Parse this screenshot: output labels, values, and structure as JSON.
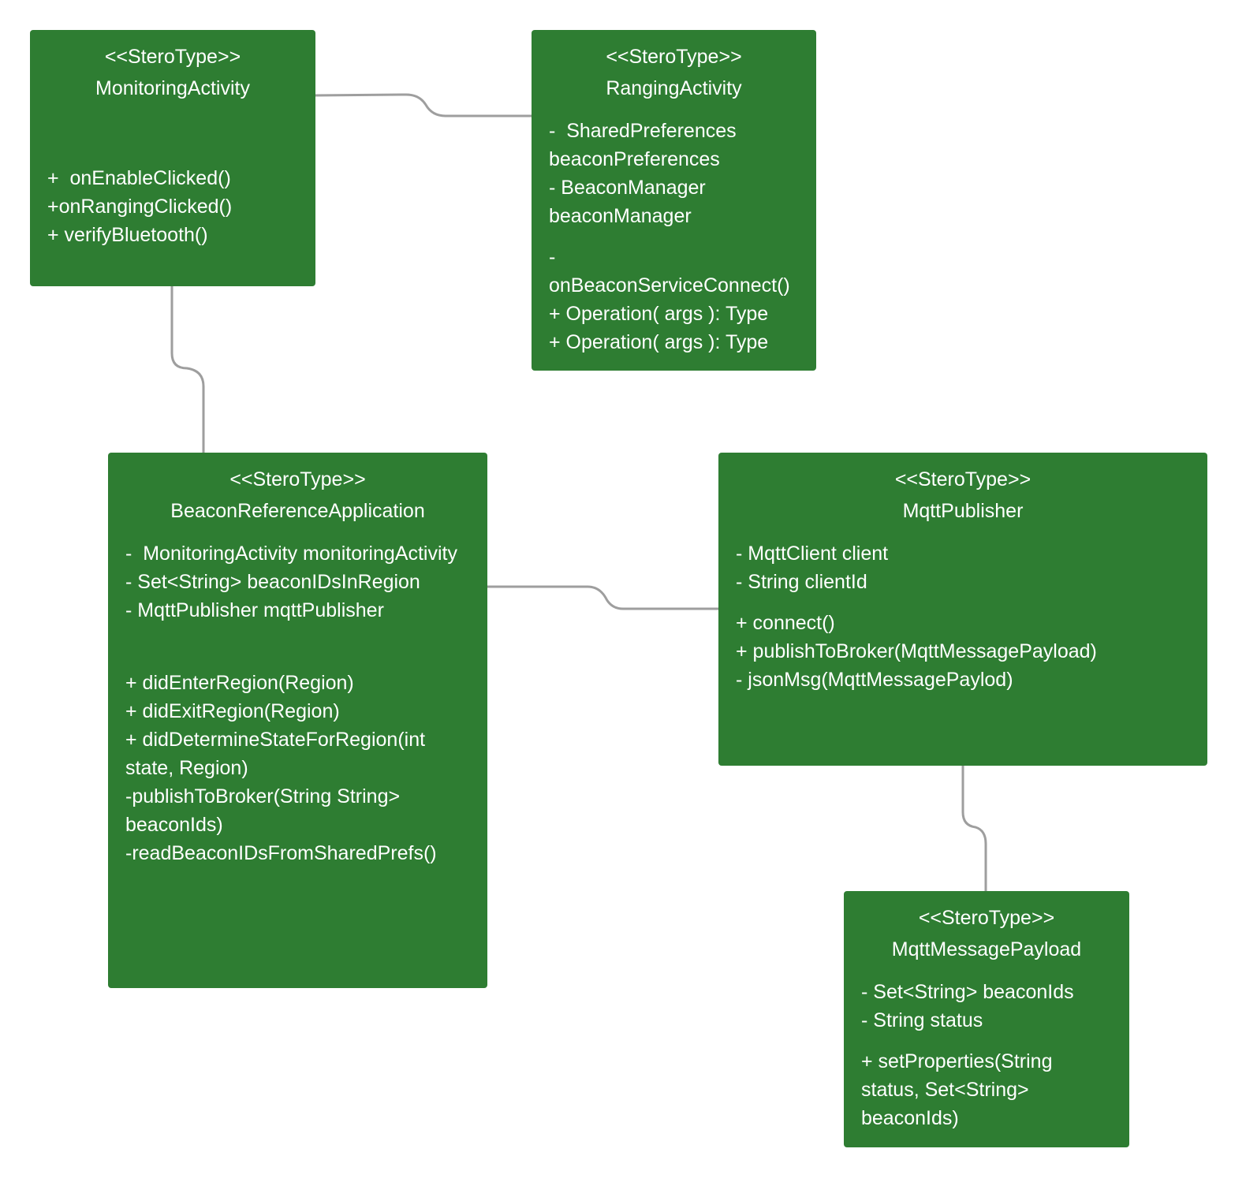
{
  "diagram": {
    "classes": [
      {
        "id": "monitoring",
        "stereotype": "<<SteroType>>",
        "name": "MonitoringActivity",
        "attributes": [],
        "operations": [
          "+  onEnableClicked()",
          "+onRangingClicked()",
          "+ verifyBluetooth()"
        ]
      },
      {
        "id": "ranging",
        "stereotype": "<<SteroType>>",
        "name": "RangingActivity",
        "attributes": [
          "-  SharedPreferences beaconPreferences",
          "- BeaconManager beaconManager"
        ],
        "operations": [
          "- onBeaconServiceConnect()",
          "+ Operation( args ): Type",
          "+ Operation( args ): Type"
        ]
      },
      {
        "id": "beacon-app",
        "stereotype": "<<SteroType>>",
        "name": "BeaconReferenceApplication",
        "attributes": [
          "-  MonitoringActivity monitoringActivity",
          "- Set<String> beaconIDsInRegion",
          "- MqttPublisher mqttPublisher"
        ],
        "operations": [
          "+ didEnterRegion(Region)",
          "+ didExitRegion(Region)",
          "+ didDetermineStateForRegion(int state, Region)",
          "-publishToBroker(String String> beaconIds)",
          "-readBeaconIDsFromSharedPrefs()"
        ]
      },
      {
        "id": "mqtt-publisher",
        "stereotype": "<<SteroType>>",
        "name": "MqttPublisher",
        "attributes": [
          "- MqttClient client",
          "- String clientId"
        ],
        "operations": [
          "+ connect()",
          "+ publishToBroker(MqttMessagePayload)",
          "- jsonMsg(MqttMessagePaylod)"
        ]
      },
      {
        "id": "payload",
        "stereotype": "<<SteroType>>",
        "name": "MqttMessagePayload",
        "attributes": [
          "- Set<String> beaconIds",
          "- String status"
        ],
        "operations": [
          "+ setProperties(String status, Set<String> beaconIds)"
        ]
      }
    ],
    "connections": [
      {
        "from": "MonitoringActivity",
        "to": "RangingActivity"
      },
      {
        "from": "MonitoringActivity",
        "to": "BeaconReferenceApplication"
      },
      {
        "from": "BeaconReferenceApplication",
        "to": "MqttPublisher"
      },
      {
        "from": "MqttPublisher",
        "to": "MqttMessagePayload"
      }
    ],
    "colors": {
      "box_fill": "#2e7d32",
      "text": "#ffffff",
      "connector": "#9e9e9e"
    }
  }
}
